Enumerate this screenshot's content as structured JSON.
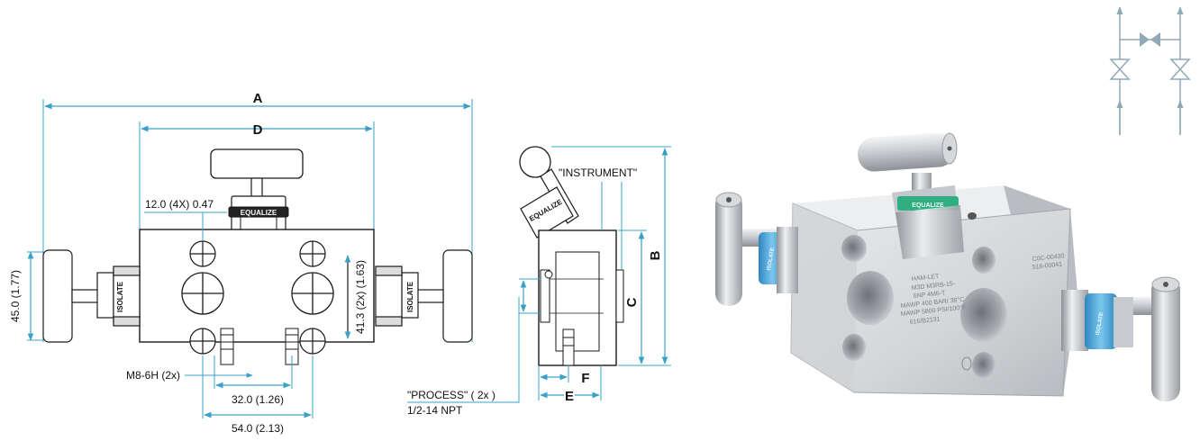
{
  "colors": {
    "dimension_line": "#3aa0c8",
    "outline": "#1a1a1a",
    "symbol": "#8fa9b8",
    "steel_light": "#e4e6e8",
    "steel_dark": "#9a9ea3",
    "isolate_ring": "#4aa3d8",
    "equalize_ring": "#3db58a"
  },
  "front_view": {
    "dim_A": "A",
    "dim_D": "D",
    "hole_spacing_note": "12.0 (4X) 0.47",
    "equalize_label": "EQUALIZE",
    "isolate_label_left": "ISOLATE",
    "isolate_label_right": "ISOLATE",
    "height_dim": "45.0 (1.77)",
    "port_spacing_dim": "41.3 (2x) (1.63)",
    "thread_note": "M8-6H (2x)",
    "mount_spacing_dim": "32.0 (1.26)",
    "port_centers_dim": "54.0 (2.13)"
  },
  "side_view": {
    "instrument_label": "\"INSTRUMENT\"",
    "equalize_label": "EQUALIZE",
    "dim_B": "B",
    "dim_C": "C",
    "dim_E": "E",
    "dim_F": "F",
    "process_label": "\"PROCESS\" ( 2x )",
    "process_thread": "1/2-14 NPT"
  },
  "product_photo": {
    "equalize_marking": "EQUALIZE",
    "isolate_marking_left": "ISOLATE",
    "isolate_marking_right": "ISOLATE",
    "body_engraving_lines": [
      "HAM-LET",
      "M3D M3RB-15-",
      "6NP 4M6-T",
      "MAWP  400 BAR/ 38°C",
      "MAWP  5800 PSI/100°F",
      "616/B2131"
    ],
    "corner_engraving_lines": [
      "C0C-00430",
      "516-00041"
    ]
  },
  "schematic_symbol": {
    "type": "3-valve manifold flow symbol"
  }
}
